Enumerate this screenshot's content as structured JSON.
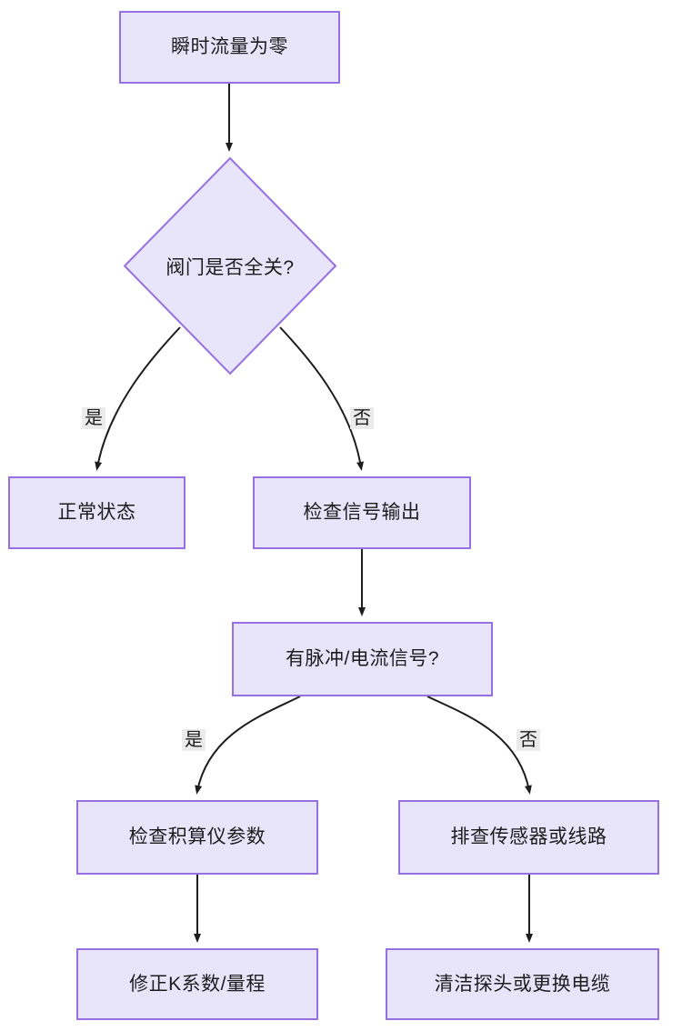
{
  "diagram": {
    "type": "flowchart",
    "direction": "top-down",
    "title_text_present": false,
    "theme": {
      "node_fill": "#e8e5fb",
      "node_border": "#9670e0",
      "edge_stroke": "#1d1d1d",
      "edge_label_bg": "#ebebeb",
      "text_color": "#1d1d1d",
      "canvas_bg": "#ffffff"
    },
    "nodes": [
      {
        "id": "n1",
        "shape": "rect",
        "label": "瞬时流量为零"
      },
      {
        "id": "n2",
        "shape": "diamond",
        "label": "阀门是否全关?"
      },
      {
        "id": "n3",
        "shape": "rect",
        "label": "正常状态"
      },
      {
        "id": "n4",
        "shape": "rect",
        "label": "检查信号输出"
      },
      {
        "id": "n5",
        "shape": "rect",
        "label": "有脉冲/电流信号?"
      },
      {
        "id": "n6",
        "shape": "rect",
        "label": "检查积算仪参数"
      },
      {
        "id": "n7",
        "shape": "rect",
        "label": "排查传感器或线路"
      },
      {
        "id": "n8",
        "shape": "rect",
        "label": "修正K系数/量程"
      },
      {
        "id": "n9",
        "shape": "rect",
        "label": "清洁探头或更换电缆"
      }
    ],
    "edges": [
      {
        "from": "n1",
        "to": "n2",
        "label": ""
      },
      {
        "from": "n2",
        "to": "n3",
        "label": "是"
      },
      {
        "from": "n2",
        "to": "n4",
        "label": "否"
      },
      {
        "from": "n4",
        "to": "n5",
        "label": ""
      },
      {
        "from": "n5",
        "to": "n6",
        "label": "是"
      },
      {
        "from": "n5",
        "to": "n7",
        "label": "否"
      },
      {
        "from": "n6",
        "to": "n8",
        "label": ""
      },
      {
        "from": "n7",
        "to": "n9",
        "label": ""
      }
    ],
    "edge_labels": {
      "yes_1": "是",
      "no_1": "否",
      "yes_2": "是",
      "no_2": "否"
    }
  }
}
